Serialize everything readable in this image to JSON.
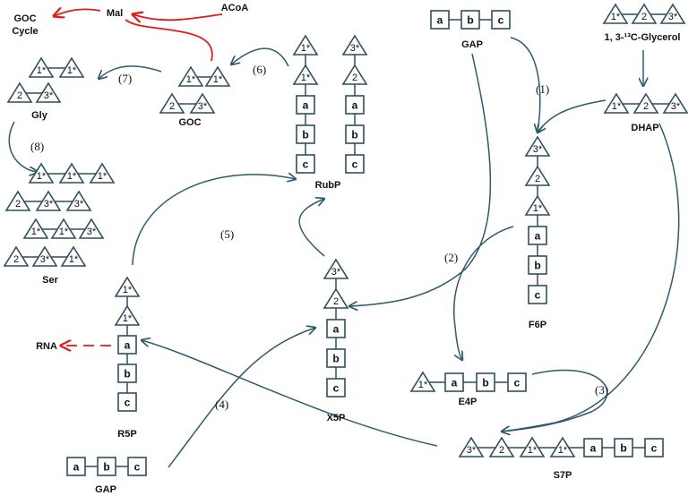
{
  "colors": {
    "line": "#2f5a6a",
    "red": "#e01b1b",
    "node_stroke": "#2f4f5f"
  },
  "labels": {
    "goc_cycle": [
      "GOC",
      "Cycle"
    ],
    "mal": "Mal",
    "acoa": "ACoA",
    "glycerol": "1, 3-¹³C-Glycerol",
    "gap_top": "GAP",
    "dhap": "DHAP",
    "goc": "GOC",
    "gly": "Gly",
    "ser": "Ser",
    "rubp": "RubP",
    "f6p": "F6P",
    "x5p": "X5P",
    "e4p": "E4P",
    "r5p": "R5P",
    "rna": "RNA",
    "s7p": "S7P",
    "gap_bottom": "GAP"
  },
  "steps": [
    "(1)",
    "(2)",
    "(3)",
    "(4)",
    "(5)",
    "(6)",
    "(7)",
    "(8)"
  ],
  "nodes": {
    "gap_top": [
      "a",
      "b",
      "c"
    ],
    "glycerol": [
      "1*",
      "2",
      "3*"
    ],
    "dhap": [
      "1*",
      "2",
      "3*"
    ],
    "goc": {
      "top": [
        "1*",
        "1*"
      ],
      "bottom": [
        "2",
        "3*"
      ]
    },
    "gly": {
      "top": [
        "1*",
        "1*"
      ],
      "bottom": [
        "2",
        "3*"
      ]
    },
    "ser": [
      [
        "1*",
        "1*",
        "1*"
      ],
      [
        "2",
        "3*",
        "3*"
      ],
      [
        "1*",
        "1*",
        "3*"
      ],
      [
        "2",
        "3*",
        "1*"
      ]
    ],
    "rubp_left": [
      "1*",
      "1*",
      "a",
      "b",
      "c"
    ],
    "rubp_right": [
      "3*",
      "2",
      "a",
      "b",
      "c"
    ],
    "f6p": [
      "3*",
      "2",
      "1*",
      "a",
      "b",
      "c"
    ],
    "x5p": [
      "3*",
      "2",
      "a",
      "b",
      "c"
    ],
    "r5p": [
      "1*",
      "1*",
      "a",
      "b",
      "c"
    ],
    "e4p": [
      "1*",
      "a",
      "b",
      "c"
    ],
    "s7p": [
      "3*",
      "2",
      "1*",
      "1*",
      "a",
      "b",
      "c"
    ],
    "gap_bottom": [
      "a",
      "b",
      "c"
    ]
  }
}
